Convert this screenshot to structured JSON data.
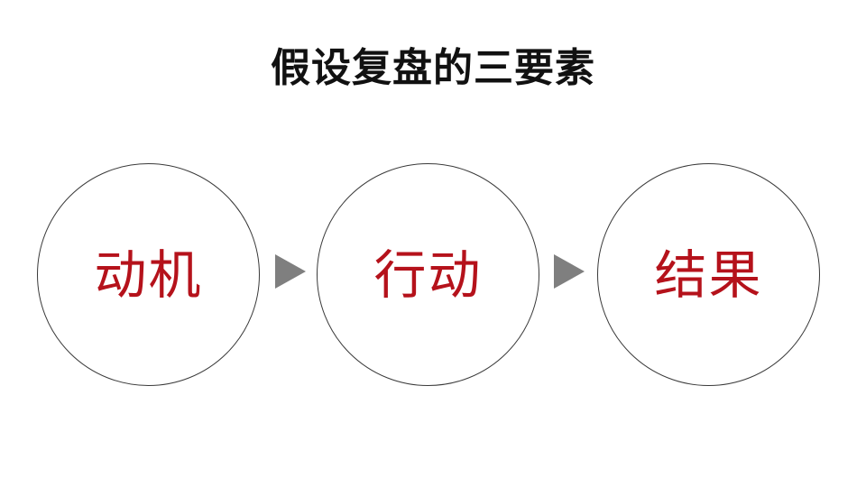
{
  "title": "假设复盘的三要素",
  "steps": [
    {
      "label": "动机"
    },
    {
      "label": "行动"
    },
    {
      "label": "结果"
    }
  ],
  "colors": {
    "step_text": "#b5121b",
    "arrow": "#7f7f7f",
    "circle_border": "#3a3a3a",
    "title": "#111111"
  },
  "icons": {
    "connector": "triangle-right-arrow-icon"
  }
}
